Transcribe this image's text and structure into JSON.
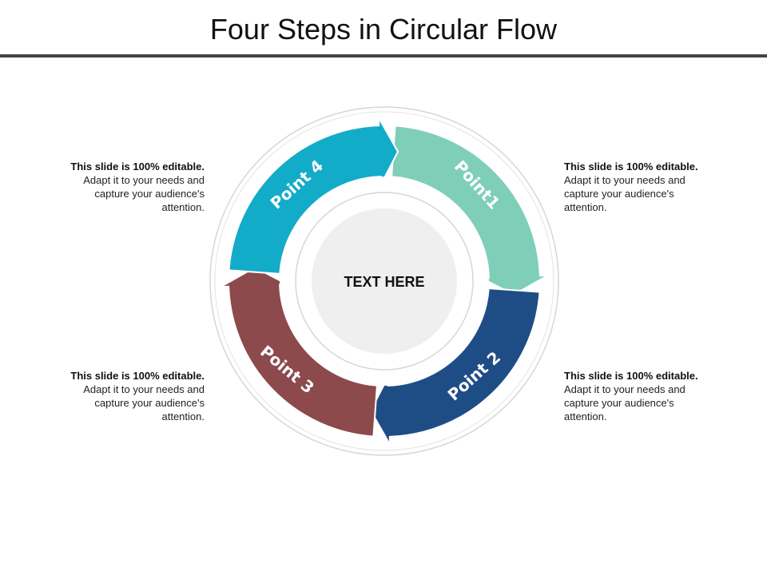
{
  "title": "Four Steps in Circular Flow",
  "center_text": "TEXT HERE",
  "segments": [
    {
      "label": "Point1",
      "color": "#7fcfb8"
    },
    {
      "label": "Point 2",
      "color": "#1e4d86"
    },
    {
      "label": "Point 3",
      "color": "#8c4a4c"
    },
    {
      "label": "Point 4",
      "color": "#12acc8"
    }
  ],
  "descriptions": {
    "top_left": {
      "bold": "This slide is 100% editable.",
      "body": "Adapt it to your needs and capture your audience's attention."
    },
    "bottom_left": {
      "bold": "This slide is 100% editable.",
      "body": "Adapt it to your needs and capture your audience's attention."
    },
    "top_right": {
      "bold": "This slide is 100% editable.",
      "body": "Adapt it to your needs and capture your audience's attention."
    },
    "bottom_right": {
      "bold": "This slide is 100% editable.",
      "body": "Adapt it to your needs and capture your audience's attention."
    }
  }
}
